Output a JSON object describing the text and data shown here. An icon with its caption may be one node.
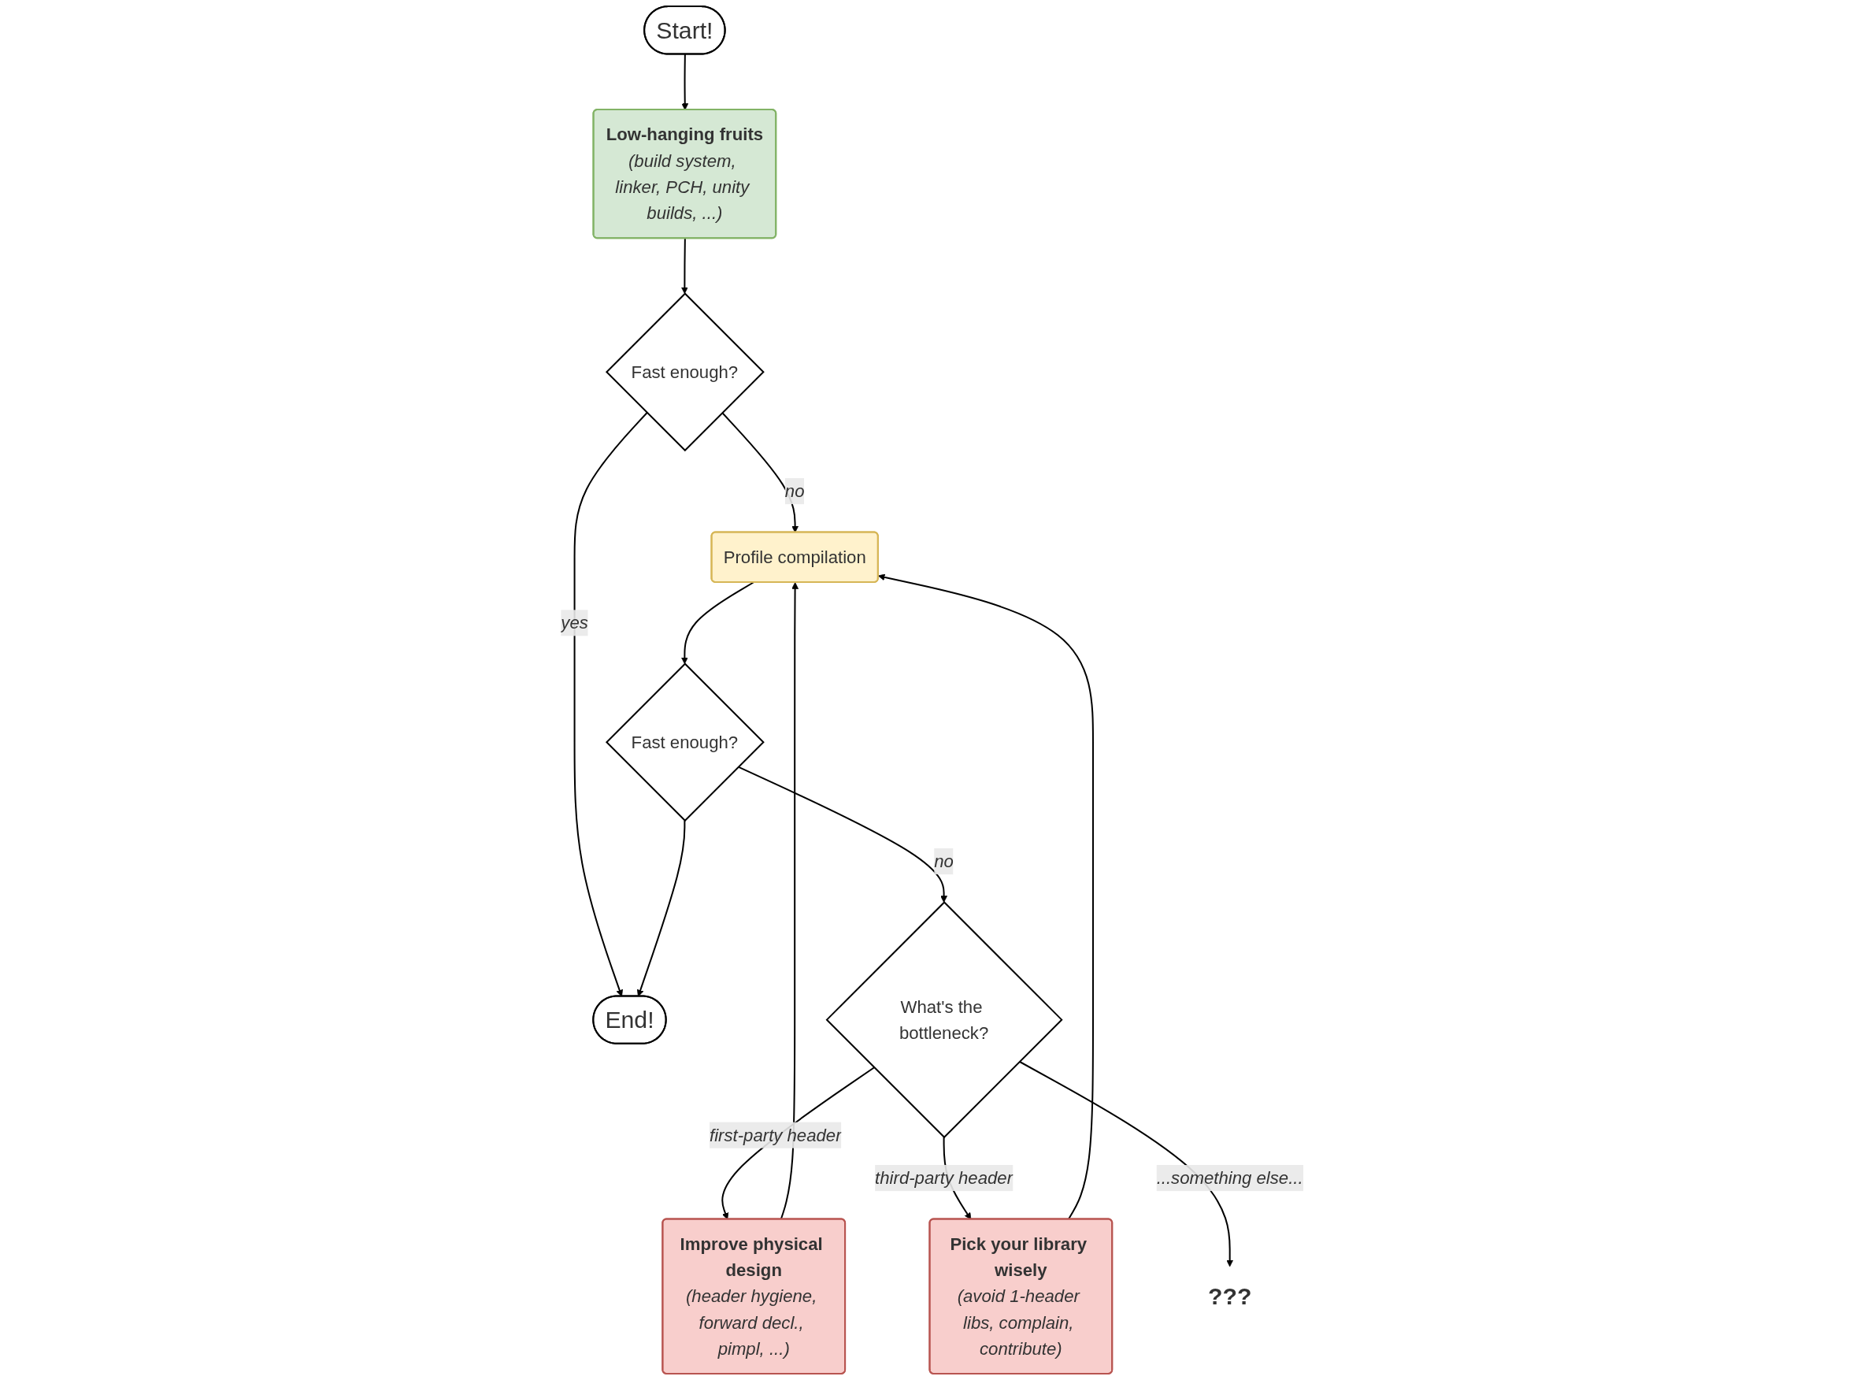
{
  "diagram": {
    "nodes": [
      {
        "text": [
          "Start!"
        ]
      },
      {
        "text": [
          "End!"
        ]
      },
      {
        "text": [
          "Low-hanging fruits",
          "(build system, linker, PCH, unity builds, ...)"
        ]
      },
      {
        "text": [
          "Fast enough?"
        ]
      },
      {
        "text": [
          "Profile compilation"
        ]
      },
      {
        "text": [
          "Fast enough?"
        ]
      },
      {
        "text": [
          "Improve physical design",
          "(header hygiene, forward decl., pimpl, ...)"
        ]
      },
      {
        "text": [
          "What's the bottleneck?"
        ]
      },
      {
        "text": [
          "Pick your library wisely",
          "(avoid 1-header libs, complain, contribute)"
        ]
      },
      {
        "text": [
          "???"
        ]
      }
    ],
    "edges": [
      {
        "from": 0,
        "to": 2,
        "arrow": "to"
      },
      {
        "from": 2,
        "to": 3,
        "arrow": "to"
      },
      {
        "from": 3,
        "to": 1,
        "arrow": "to",
        "label": "yes"
      },
      {
        "from": 3,
        "to": 4,
        "arrow": "to",
        "label": "no"
      },
      {
        "from": 4,
        "to": 5,
        "arrow": "to"
      },
      {
        "from": 5,
        "to": 1,
        "arrow": "to"
      },
      {
        "from": 5,
        "to": 7,
        "arrow": "to",
        "label": "no"
      },
      {
        "from": 7,
        "to": 6,
        "arrow": "to",
        "label": "first-party header"
      },
      {
        "from": 7,
        "to": 8,
        "arrow": "to",
        "label": "third-party header"
      },
      {
        "from": 7,
        "to": 9,
        "arrow": "to",
        "label": "...something else..."
      },
      {
        "from": 6,
        "to": 4,
        "arrow": "to"
      },
      {
        "from": 8,
        "to": 4,
        "arrow": "to"
      }
    ]
  }
}
